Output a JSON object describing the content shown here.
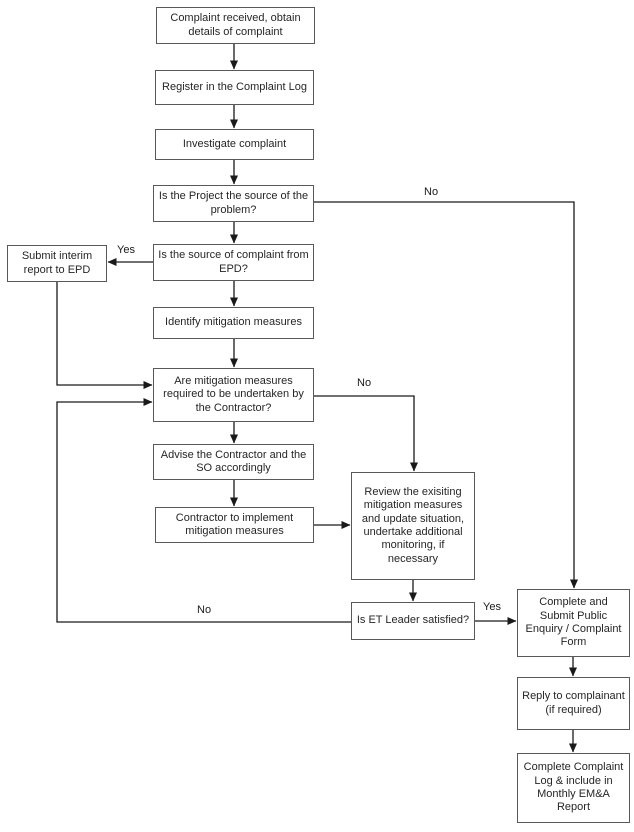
{
  "diagram": {
    "type": "flowchart",
    "subject": "Complaint handling / EM&A flow",
    "nodes": [
      {
        "id": "complaint-received",
        "label": "Complaint received, obtain details of complaint"
      },
      {
        "id": "register-log",
        "label": "Register in the Complaint Log"
      },
      {
        "id": "investigate",
        "label": "Investigate complaint"
      },
      {
        "id": "project-source",
        "label": "Is the Project the source of the problem?"
      },
      {
        "id": "source-epd",
        "label": "Is the source of complaint from EPD?"
      },
      {
        "id": "submit-interim",
        "label": "Submit interim report to EPD"
      },
      {
        "id": "identify-mitigation",
        "label": "Identify mitigation measures"
      },
      {
        "id": "mitigation-required",
        "label": "Are mitigation measures required to be undertaken by the Contractor?"
      },
      {
        "id": "advise-contractor",
        "label": "Advise the Contractor and the SO accordingly"
      },
      {
        "id": "contractor-implement",
        "label": "Contractor to implement mitigation measures"
      },
      {
        "id": "review-existing",
        "label": "Review the exisiting mitigation measures and update situation, undertake additional monitoring, if necessary"
      },
      {
        "id": "et-satisfied",
        "label": "Is ET Leader satisfied?"
      },
      {
        "id": "complete-form",
        "label": "Complete and Submit Public Enquiry / Complaint Form"
      },
      {
        "id": "reply-complainant",
        "label": "Reply to complainant (if required)"
      },
      {
        "id": "complete-log",
        "label": "Complete Complaint Log & include in Monthly EM&A Report"
      }
    ],
    "edges": [
      {
        "from": "complaint-received",
        "to": "register-log",
        "label": ""
      },
      {
        "from": "register-log",
        "to": "investigate",
        "label": ""
      },
      {
        "from": "investigate",
        "to": "project-source",
        "label": ""
      },
      {
        "from": "project-source",
        "to": "source-epd",
        "label": ""
      },
      {
        "from": "project-source",
        "to": "complete-form",
        "label": "No"
      },
      {
        "from": "source-epd",
        "to": "submit-interim",
        "label": "Yes"
      },
      {
        "from": "source-epd",
        "to": "identify-mitigation",
        "label": ""
      },
      {
        "from": "submit-interim",
        "to": "mitigation-required",
        "label": ""
      },
      {
        "from": "identify-mitigation",
        "to": "mitigation-required",
        "label": ""
      },
      {
        "from": "mitigation-required",
        "to": "advise-contractor",
        "label": ""
      },
      {
        "from": "mitigation-required",
        "to": "review-existing",
        "label": "No"
      },
      {
        "from": "advise-contractor",
        "to": "contractor-implement",
        "label": ""
      },
      {
        "from": "contractor-implement",
        "to": "review-existing",
        "label": ""
      },
      {
        "from": "review-existing",
        "to": "et-satisfied",
        "label": ""
      },
      {
        "from": "et-satisfied",
        "to": "complete-form",
        "label": "Yes"
      },
      {
        "from": "et-satisfied",
        "to": "mitigation-required",
        "label": "No"
      },
      {
        "from": "complete-form",
        "to": "reply-complainant",
        "label": ""
      },
      {
        "from": "reply-complainant",
        "to": "complete-log",
        "label": ""
      }
    ],
    "colors": {
      "box_border": "#595959",
      "line": "#1a1a1a",
      "text": "#262626",
      "background": "#ffffff"
    }
  }
}
